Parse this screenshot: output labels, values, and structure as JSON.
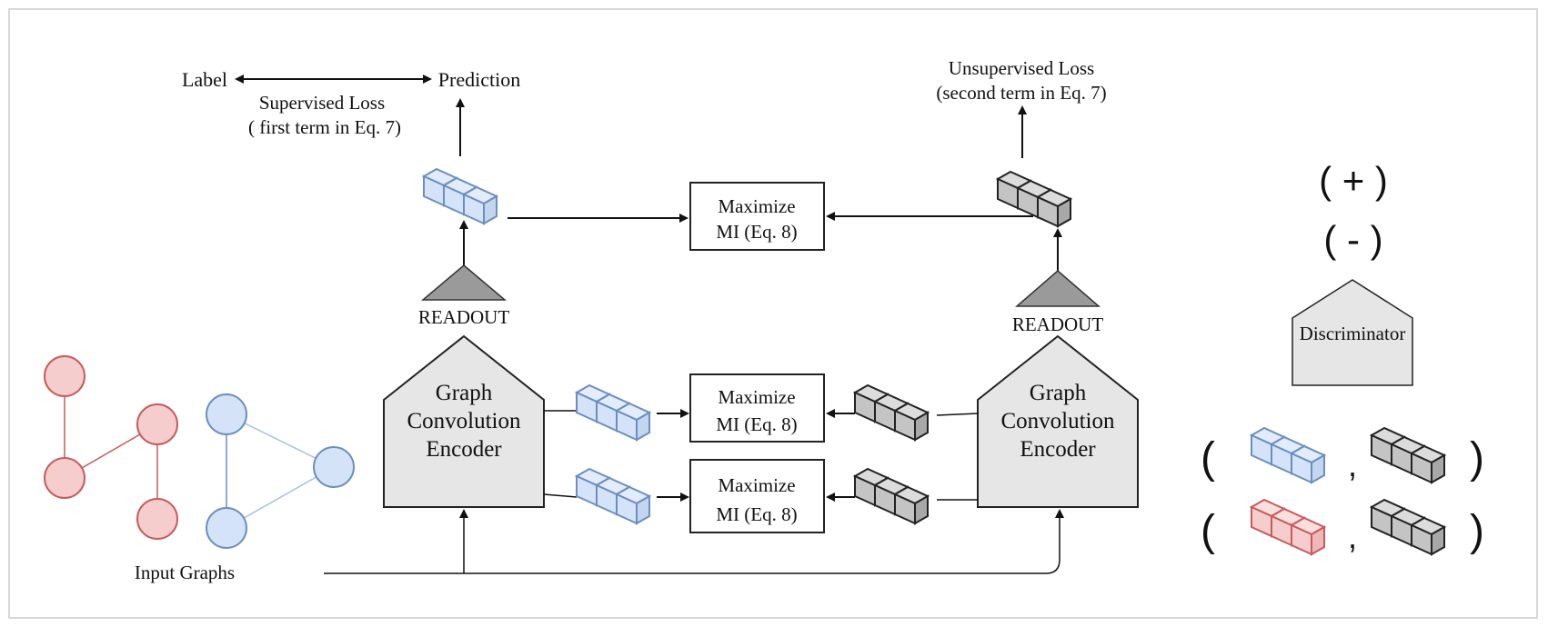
{
  "labels": {
    "label": "Label",
    "prediction": "Prediction",
    "supervised_loss_1": "Supervised Loss",
    "supervised_loss_2": "( first term in Eq. 7)",
    "unsupervised_loss_1": "Unsupervised Loss",
    "unsupervised_loss_2": "(second term in Eq. 7)",
    "readout": "READOUT",
    "input_graphs": "Input Graphs",
    "discriminator": "Discriminator"
  },
  "encoder": {
    "line1": "Graph",
    "line2": "Convolution",
    "line3": "Encoder"
  },
  "mi_box": {
    "line1": "Maximize",
    "line2": "MI (Eq. 8)"
  },
  "legend": {
    "positive": "( + )",
    "negative": "( - )",
    "open_paren": "(",
    "comma": ",",
    "close_paren": ")"
  },
  "colors": {
    "blue_fill": "#d4e3f7",
    "blue_stroke": "#6c8ebf",
    "red_fill": "#f6cdcd",
    "red_stroke": "#c75b5b",
    "gray_fill": "#c8c8c8",
    "gray_stroke": "#222222",
    "shape_fill": "#e6e6e6",
    "triangle_fill": "#9a9a9a"
  }
}
